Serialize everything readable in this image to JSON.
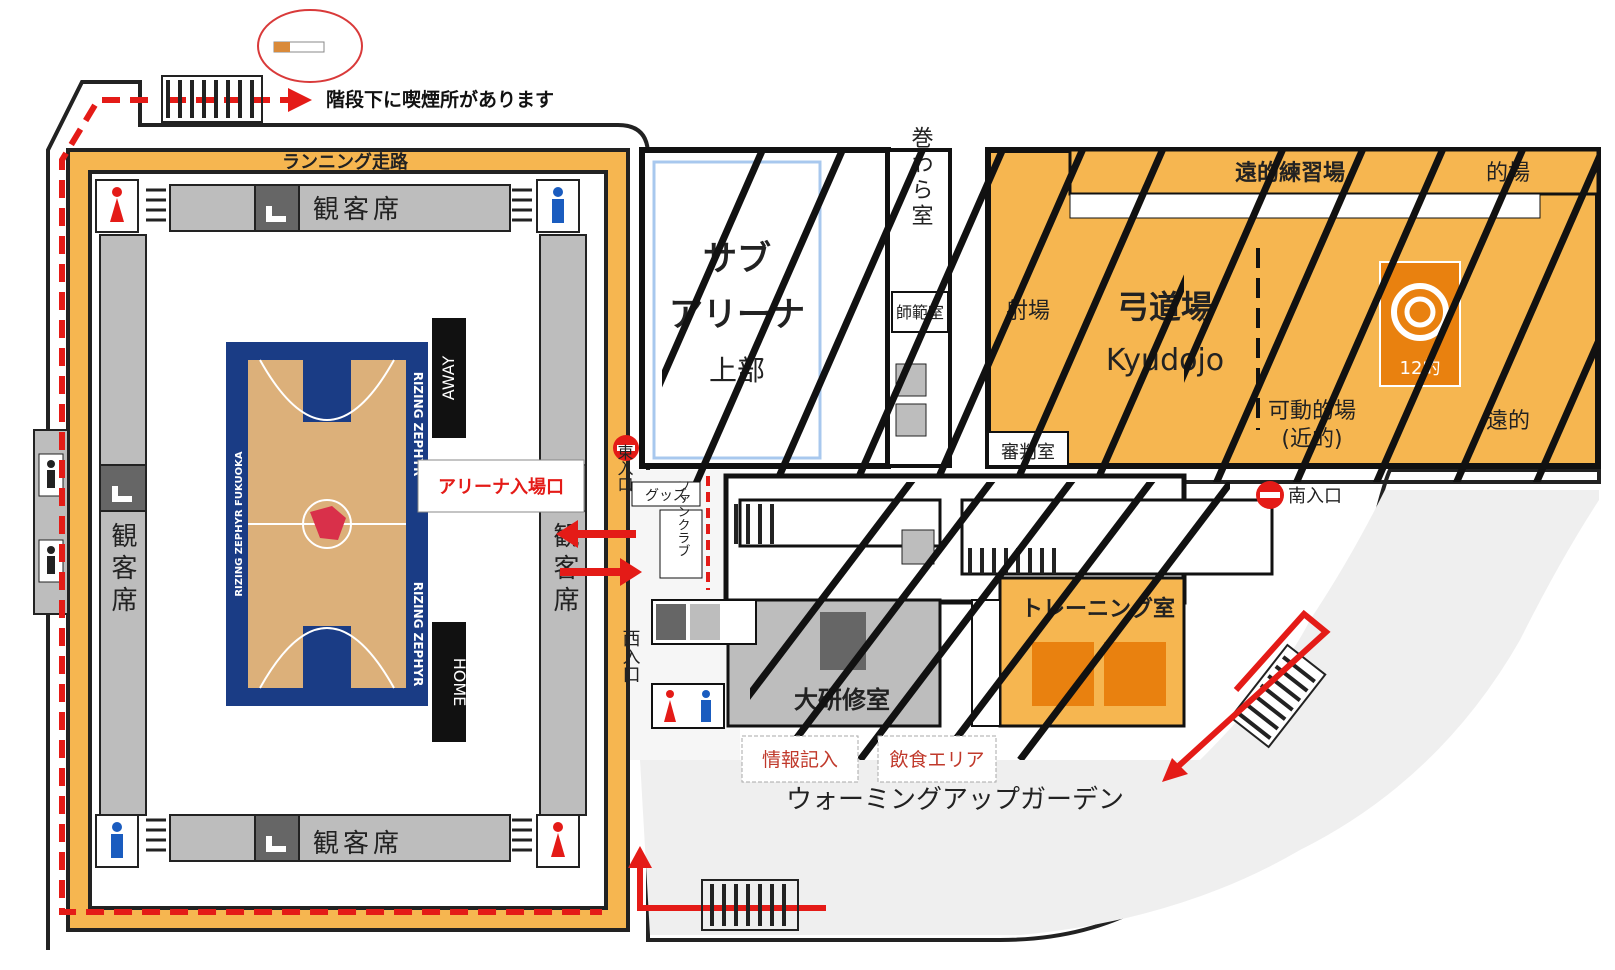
{
  "smoking_note": "階段下に喫煙所があります",
  "running_track": "ランニング走路",
  "seats": {
    "top": "観客席",
    "bottom": "観客席",
    "left": "観客席",
    "right": "観客席"
  },
  "court": {
    "team_label": "RIZING ZEPHYR",
    "team_full": "RIZING ZEPHYR FUKUOKA",
    "away_label": "AWAY",
    "home_label": "HOME"
  },
  "arena_entrance": "アリーナ入場口",
  "goods": "グッズ",
  "fan_club": "ファンクラブ",
  "east_entrance": "東入口",
  "west_entrance": "西入口",
  "south_entrance": "南入口",
  "sub_arena": {
    "line1": "サブ",
    "line2": "アリーナ",
    "line3": "上部"
  },
  "makiwara": "巻わら室",
  "shihan": "師範室",
  "enteki": "遠的練習場",
  "matoba": "的場",
  "shajo": "射場",
  "kyudojo_jp": "弓道場",
  "kyudojo_en": "Kyudojo",
  "target_label": "12的",
  "kadou": {
    "line1": "可動的場",
    "line2": "(近的)"
  },
  "enteki_short": "遠的",
  "shinpan": "審判室",
  "training": "トレーニング室",
  "daikenshu": "大研修室",
  "info_entry": "情報記入",
  "food_area": "飲食エリア",
  "warmup_garden": "ウォーミングアップガーデン",
  "colors": {
    "orange": "#f6b650",
    "orange_dark": "#e9810f",
    "red": "#e41b17",
    "navy": "#1a3c85",
    "grey": "#bdbdbd",
    "light_grey": "#efefef"
  }
}
